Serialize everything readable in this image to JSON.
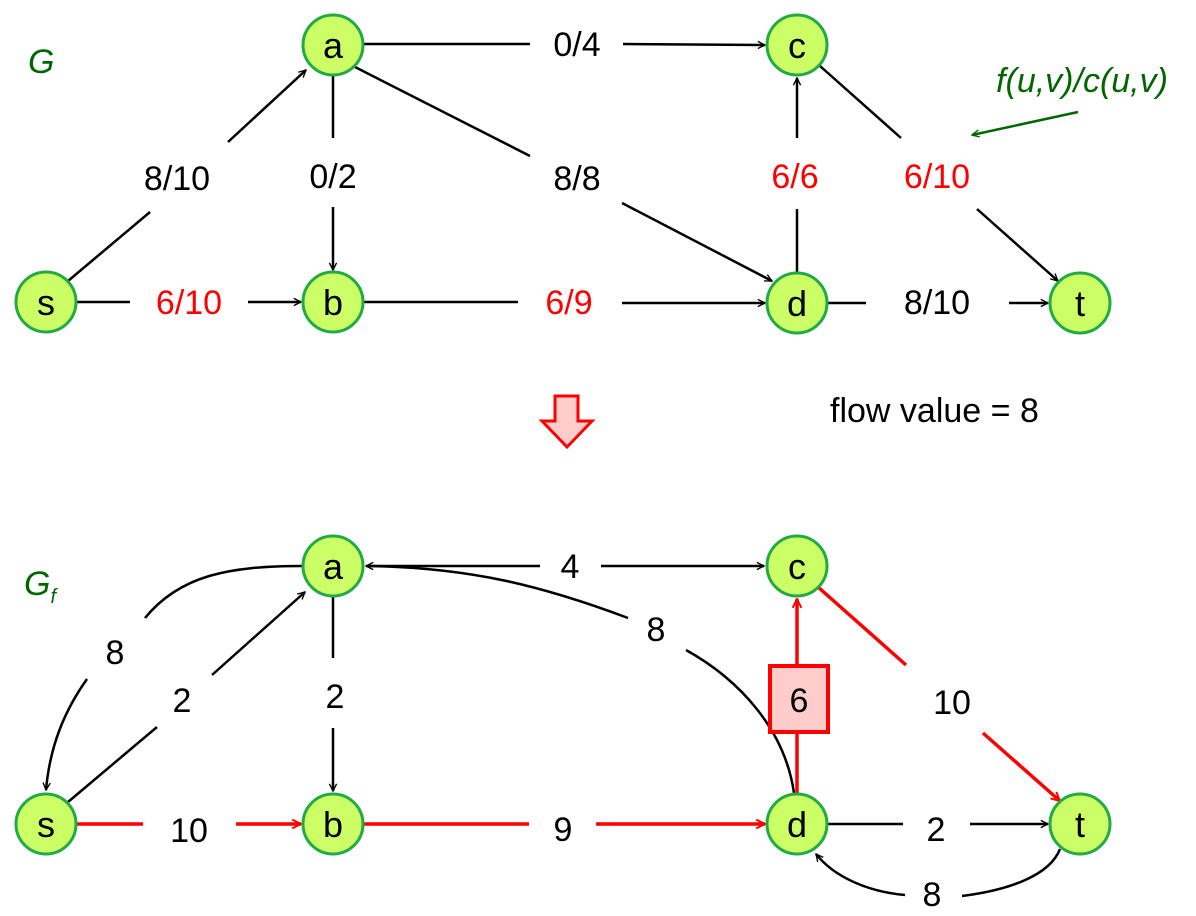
{
  "colors": {
    "node_fill": "#ccff66",
    "node_stroke": "#22aa44",
    "edge": "#000000",
    "highlight": "#ff0000",
    "highlight_box_fill": "#ffcccc",
    "annotation": "#006600",
    "arrow_fill": "#ffcccc"
  },
  "top_graph": {
    "title": "G",
    "annotation": "f(u,v)/c(u,v)",
    "nodes": [
      {
        "id": "s",
        "label": "s"
      },
      {
        "id": "a",
        "label": "a"
      },
      {
        "id": "b",
        "label": "b"
      },
      {
        "id": "c",
        "label": "c"
      },
      {
        "id": "d",
        "label": "d"
      },
      {
        "id": "t",
        "label": "t"
      }
    ],
    "edges": [
      {
        "from": "s",
        "to": "a",
        "label": "8/10",
        "saturated_path": false
      },
      {
        "from": "s",
        "to": "b",
        "label": "6/10",
        "saturated_path": true
      },
      {
        "from": "a",
        "to": "b",
        "label": "0/2",
        "saturated_path": false
      },
      {
        "from": "a",
        "to": "c",
        "label": "0/4",
        "saturated_path": false
      },
      {
        "from": "a",
        "to": "d",
        "label": "8/8",
        "saturated_path": false
      },
      {
        "from": "b",
        "to": "d",
        "label": "6/9",
        "saturated_path": true
      },
      {
        "from": "d",
        "to": "c",
        "label": "6/6",
        "saturated_path": true
      },
      {
        "from": "c",
        "to": "t",
        "label": "6/10",
        "saturated_path": true
      },
      {
        "from": "d",
        "to": "t",
        "label": "8/10",
        "saturated_path": false
      }
    ]
  },
  "flow_value_text": "flow value = 8",
  "bottom_graph": {
    "title": "G",
    "title_subscript": "f",
    "nodes": [
      {
        "id": "s",
        "label": "s"
      },
      {
        "id": "a",
        "label": "a"
      },
      {
        "id": "b",
        "label": "b"
      },
      {
        "id": "c",
        "label": "c"
      },
      {
        "id": "d",
        "label": "d"
      },
      {
        "id": "t",
        "label": "t"
      }
    ],
    "edges": [
      {
        "from": "a",
        "to": "s",
        "label": "8",
        "augmenting": false
      },
      {
        "from": "s",
        "to": "a",
        "label": "2",
        "augmenting": false
      },
      {
        "from": "a",
        "to": "b",
        "label": "2",
        "augmenting": false
      },
      {
        "from": "a",
        "to": "c",
        "label": "4",
        "augmenting": false
      },
      {
        "from": "d",
        "to": "a",
        "label": "8",
        "augmenting": false
      },
      {
        "from": "s",
        "to": "b",
        "label": "10",
        "augmenting": true
      },
      {
        "from": "b",
        "to": "d",
        "label": "9",
        "augmenting": true
      },
      {
        "from": "d",
        "to": "c",
        "label": "6",
        "augmenting": true,
        "bottleneck": true
      },
      {
        "from": "c",
        "to": "t",
        "label": "10",
        "augmenting": true
      },
      {
        "from": "d",
        "to": "t",
        "label": "2",
        "augmenting": false
      },
      {
        "from": "t",
        "to": "d",
        "label": "8",
        "augmenting": false
      }
    ]
  }
}
